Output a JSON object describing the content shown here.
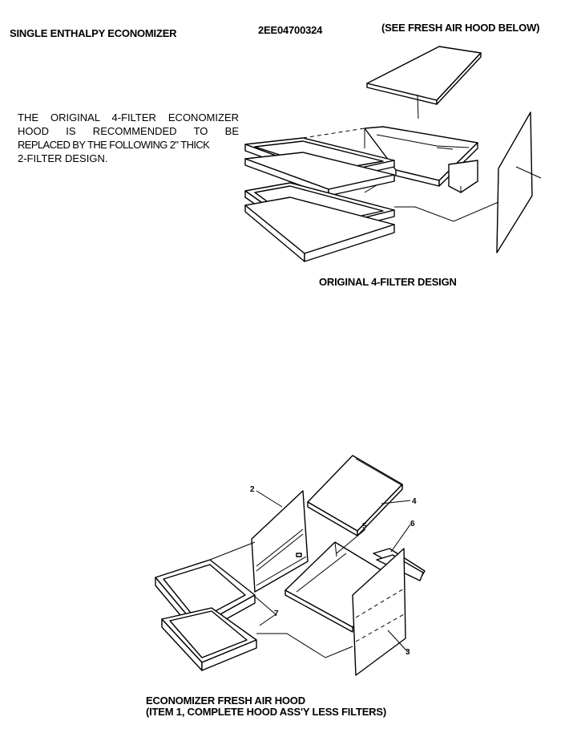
{
  "header": {
    "left_title": "SINGLE ENTHALPY ECONOMIZER",
    "model_number": "2EE04700324",
    "right_note": "(SEE FRESH AIR HOOD BELOW)"
  },
  "note": {
    "lines": [
      "THE ORIGINAL 4-FILTER ECONOMIZER",
      "HOOD IS RECOMMENDED TO BE",
      "REPLACED BY THE FOLLOWING 2\" THICK",
      "2-FILTER DESIGN."
    ]
  },
  "original_diagram": {
    "caption": "ORIGINAL 4-FILTER DESIGN"
  },
  "hood_diagram": {
    "caption_line1": "ECONOMIZER FRESH AIR HOOD",
    "caption_line2": "(ITEM 1, COMPLETE HOOD ASS'Y LESS FILTERS)",
    "callouts": [
      "2",
      "4",
      "5",
      "6",
      "7",
      "3"
    ]
  }
}
